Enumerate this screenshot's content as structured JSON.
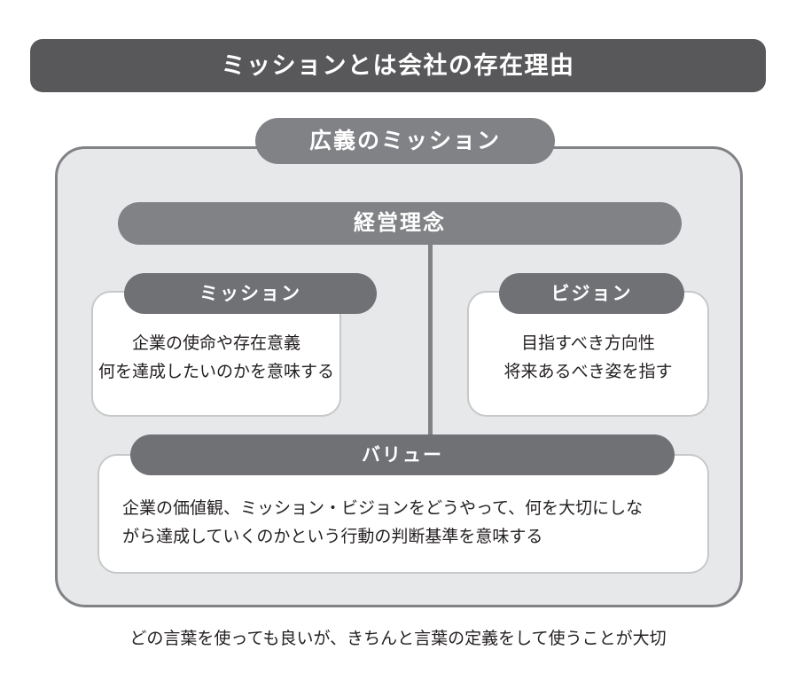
{
  "title_banner": {
    "text": "ミッションとは会社の存在理由",
    "bg_color": "#58585a",
    "text_color": "#ffffff"
  },
  "outer_frame": {
    "label": "広義のミッション",
    "bg_color": "#e6e8ea",
    "border_color": "#808285",
    "pill_color": "#808285"
  },
  "philosophy_bar": {
    "label": "経営理念",
    "bg_color": "#808285",
    "text_color": "#ffffff"
  },
  "cards": {
    "mission": {
      "header": "ミッション",
      "body": "企業の使命や存在意義\n何を達成したいのかを意味する",
      "align": "center"
    },
    "vision": {
      "header": "ビジョン",
      "body": "目指すべき方向性\n将来あるべき姿を指す",
      "align": "center"
    },
    "value": {
      "header": "バリュー",
      "body": "企業の価値観、ミッション・ビジョンをどうやって、何を大切にしな\nがら達成していくのかという行動の判断基準を意味する",
      "align": "left"
    }
  },
  "card_style": {
    "card_bg": "#ffffff",
    "card_border": "#c6c8ca",
    "pill_color": "#6f7175",
    "body_text_color": "#231f20"
  },
  "connector": {
    "color": "#808285"
  },
  "footer": {
    "caption": "どの言葉を使っても良いが、きちんと言葉の定義をして使うことが大切"
  }
}
